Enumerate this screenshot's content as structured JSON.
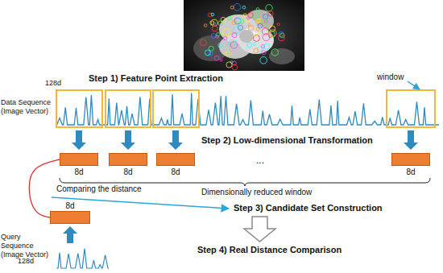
{
  "diagram": {
    "nodes": [
      {
        "text": [
          "8d"
        ]
      },
      {
        "text": [
          "8d"
        ]
      },
      {
        "text": [
          "8d"
        ]
      },
      {
        "text": [
          "8d"
        ]
      },
      {
        "text": [
          "8d"
        ]
      }
    ],
    "edges": [
      {
        "from": 0,
        "to": 4,
        "arrow": "none"
      }
    ],
    "labels": [
      "Step 1) Feature Point Extraction",
      "128d",
      "Data Sequence (Image Vector)",
      "window",
      "Step 2) Low-dimensional Transformation",
      "...",
      "Dimensionally reduced window",
      "Comparing the distance",
      "Step 3) Candidate Set Construction",
      "Step 4) Real Distance Comparison",
      "Query Sequence (Image Vector)",
      "128d"
    ]
  }
}
